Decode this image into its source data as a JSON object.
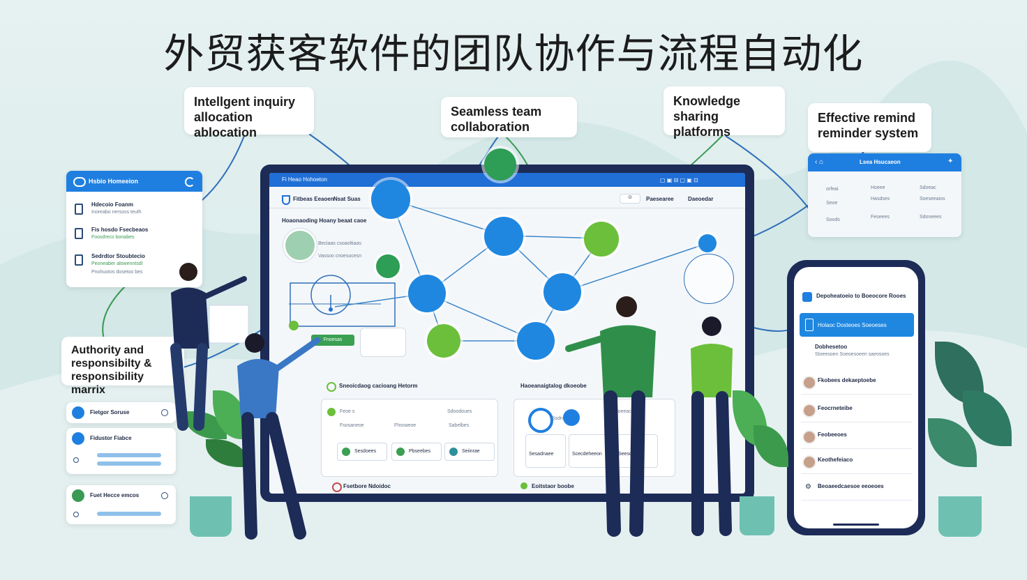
{
  "title": "外贸获客软件的团队协作与流程自动化",
  "callouts": {
    "inquiry": "Intellgent inquiry allocation ablocation",
    "collab": "Seamless team collaboration",
    "knowledge": "Knowledge sharing platforms",
    "reminder": "Effective remind reminder system",
    "matrix": "Authority and responsibilty & responsibility marrix"
  },
  "left_card": {
    "header": "Hsbio Homeeion",
    "items": [
      {
        "title": "Hdecoio Foanm",
        "sub": "Inoreabo nersoss teuth"
      },
      {
        "title": "Fis hosdo Fsecbeaos",
        "sub": "Foosdrecs bonabes"
      },
      {
        "title": "Sedrdtor Stoubtecio",
        "sub": "Peoneaber alowenntsdl",
        "sub2": "Pnohuotos dosetoo bes"
      }
    ]
  },
  "left_bottom": [
    {
      "label": "Fietgor Soruse"
    },
    {
      "label": "Fidustor Fiabce"
    },
    {
      "label": "Fuet Hecce emcos"
    }
  ],
  "screen": {
    "topbar": "Fi Heao Hohoeton",
    "toolbar_left": "Fitbeas Eeaoen",
    "toolbar_mid": "Nsat Suas",
    "toolbar_right1": "Paesearee",
    "toolbar_right2": "Daeoedar",
    "flow_title": "Hoaonaoding Hoany beaat caoe",
    "flow_line1": "Beciaas csoaoltiaas",
    "flow_line2": "Vassoo cnoesocesn",
    "green_btn": "Fnoesas",
    "section_left": "Sneoicdaog cacioang Hetorm",
    "section_right": "Haoeanaigtalog dkoeobe",
    "left_panel_head1": "Feoe s",
    "left_panel_head2": "Sdoodoues",
    "left_panel_cells": [
      "Fsosaneoe",
      "Fhsnaeoe",
      "Sabelbes"
    ],
    "left_panel_buttons": [
      "Sesdoees",
      "Pbseebes",
      "Seiinrae"
    ],
    "right_panel_head": "Sdoeeacstores",
    "right_panel_label": "Ssdnne",
    "right_panel_buttons": [
      "Sesadnaee",
      "Scecdeheeon",
      "Seesosie"
    ],
    "footer_left": "Fsetbore Ndoidoc",
    "footer_right": "Eoitstaor boobe"
  },
  "top_right_card": {
    "header": "Lsea Hsucaeon",
    "rows": [
      [
        "orfeai",
        "Hoeee",
        "Sdoeac"
      ],
      [
        "Seoe",
        "Hasdses",
        "Soeseeaios"
      ],
      [
        "Soods",
        "Feseees",
        "Sdoneees"
      ]
    ]
  },
  "phone": {
    "title": "Depoheatoeio to Boeocore Rooes",
    "banner": "Holaoc Dosteoes Soeoeses",
    "section": "Dobhesetoo",
    "section_sub": "Stoeesoen Soeoesoeen saeosoes",
    "items": [
      "Fkobees dekaeptoebe",
      "Feocrneteibe",
      "Feobeeoes",
      "Keothefeiaco",
      "Beoaeedcaesoe eeoeoes"
    ]
  },
  "colors": {
    "accent": "#1f7fe0",
    "navy": "#1d2b57",
    "green": "#6bbf3a",
    "teal": "#2e7d6b"
  }
}
